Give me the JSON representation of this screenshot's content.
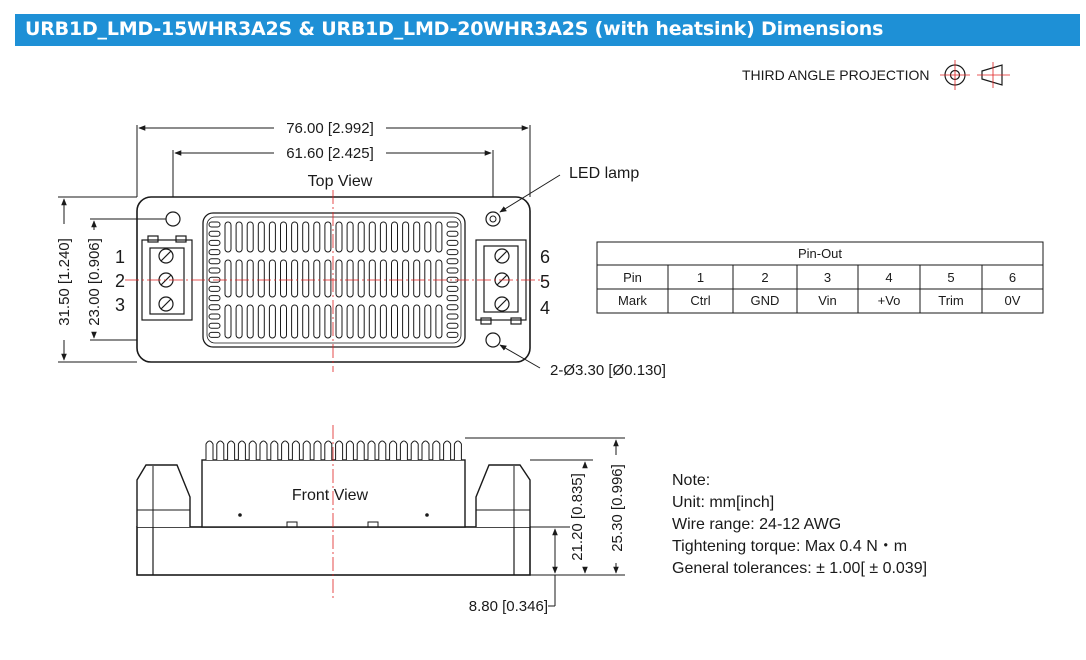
{
  "title": "URB1D_LMD-15WHR3A2S & URB1D_LMD-20WHR3A2S (with heatsink) Dimensions",
  "projection": "THIRD ANGLE PROJECTION",
  "colors": {
    "title_bar": "#1e90d6",
    "centerline": "#e02020",
    "line": "#1a1a1a"
  },
  "top_view": {
    "label": "Top View",
    "led_label": "LED lamp",
    "dims": {
      "overall_length": "76.00 [2.992]",
      "hole_spacing": "61.60 [2.425]",
      "overall_width": "31.50 [1.240]",
      "hole_width": "23.00 [0.906]",
      "hole_dia": "2-Ø3.30 [Ø0.130]"
    },
    "left_pins": [
      "1",
      "2",
      "3"
    ],
    "right_pins": [
      "6",
      "5",
      "4"
    ]
  },
  "pinout": {
    "title": "Pin-Out",
    "rows": [
      [
        "Pin",
        "1",
        "2",
        "3",
        "4",
        "5",
        "6"
      ],
      [
        "Mark",
        "Ctrl",
        "GND",
        "Vin",
        "+Vo",
        "Trim",
        "0V"
      ]
    ]
  },
  "front_view": {
    "label": "Front View",
    "dims": {
      "total_height": "25.30 [0.996]",
      "body_height": "21.20 [0.835]",
      "base": "8.80 [0.346]"
    }
  },
  "notes": [
    "Note:",
    "Unit: mm[inch]",
    "Wire range: 24-12 AWG",
    "Tightening torque: Max 0.4 N・m",
    "General tolerances:  ± 1.00[ ± 0.039]"
  ]
}
